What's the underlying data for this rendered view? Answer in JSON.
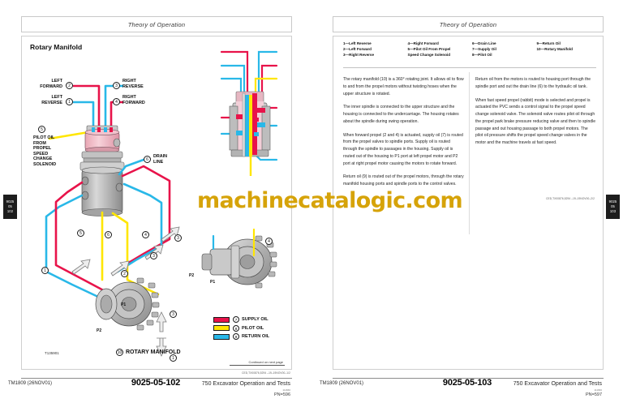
{
  "document": {
    "header_title": "Theory of Operation",
    "watermark": "machinecatalogic.com"
  },
  "left_page": {
    "section_title": "Rotary Manifold",
    "figure_id": "T135901",
    "manifold_caption": "ROTARY MANIFOLD",
    "manifold_caption_num": "10",
    "continued_note": "Continued on next page",
    "doc_code": "CED,TX00876,5294  –19–19NOV00–1/2",
    "side_tab": [
      "9025",
      "05",
      "102"
    ],
    "callouts": {
      "left_forward": "LEFT\nFORWARD",
      "left_reverse": "LEFT\nREVERSE",
      "right_reverse": "RIGHT\nREVERSE",
      "right_forward": "RIGHT\nFORWARD",
      "pilot_oil": "PILOT OIL\nFROM\nPROPEL\nSPEED\nCHANGE\nSOLENOID",
      "drain_line": "DRAIN\nLINE"
    },
    "port_labels": {
      "p1": "P1",
      "p2": "P2"
    },
    "legend": [
      {
        "num": "7",
        "label": "SUPPLY OIL",
        "color": "#e8134a"
      },
      {
        "num": "8",
        "label": "PILOT OIL",
        "color": "#ffe600"
      },
      {
        "num": "9",
        "label": "RETURN OIL",
        "color": "#29b8e8"
      }
    ],
    "footer": {
      "manual": "TM1809  (26NOV01)",
      "page_code": "9025-05-102",
      "title": "750 Excavator Operation and Tests",
      "pn": "PN=596",
      "tiny": "111660"
    }
  },
  "right_page": {
    "side_tab": [
      "9025",
      "05",
      "103"
    ],
    "doc_code": "CED,TX00876,5294  –19–19NOV00–2/2",
    "key_columns": [
      [
        "1—Left Reverse",
        "2—Left Forward",
        "3—Right Reverse"
      ],
      [
        "4—Right Forward",
        "5—Pilot Oil From Propel",
        "Speed Change Solenoid"
      ],
      [
        "6—Drain Line",
        "7—Supply Oil",
        "8—Pilot Oil"
      ],
      [
        "9—Return Oil",
        "10—Rotary Manifold"
      ]
    ],
    "column_left": [
      "The rotary manifold (10) is a 360° rotating joint. It allows oil to flow to and from the propel motors without twisting hoses when the upper structure is rotated.",
      "The inner spindle is connected to the upper structure and the housing is connected to the undercarriage. The housing rotates about the spindle during swing operation.",
      "When forward propel (2 and 4) is actuated, supply oil (7) is routed from the propel valves to spindle ports. Supply oil is routed through the spindle to passages in the housing. Supply oil is routed out of the housing to P1 port at left propel motor and P2 port at right propel motor causing the motors to rotate forward.",
      "Return oil (9) is routed out of the propel motors, through the rotary manifold housing ports and spindle ports to the control valves."
    ],
    "column_right": [
      "Return oil from the motors is routed to housing port through the spindle port and out the drain line (6) to the hydraulic oil tank.",
      "When fast speed propel (rabbit) mode is selected and propel is actuated the PVC sends a control signal to the propel speed change solenoid valve. The solenoid valve routes pilot oil through the propel park brake pressure reducing valve and then to spindle passage and out housing passage to both propel motors. The pilot oil pressure shifts the propel speed change valves in the motor and the machine travels at fast speed."
    ],
    "footer": {
      "manual": "TM1809  (26NOV01)",
      "page_code": "9025-05-103",
      "title": "750 Excavator Operation and Tests",
      "pn": "PN=597",
      "tiny": "111660"
    }
  },
  "colors": {
    "supply": "#e8134a",
    "pilot": "#ffe600",
    "return": "#29b8e8",
    "watermark": "#d6a309"
  }
}
